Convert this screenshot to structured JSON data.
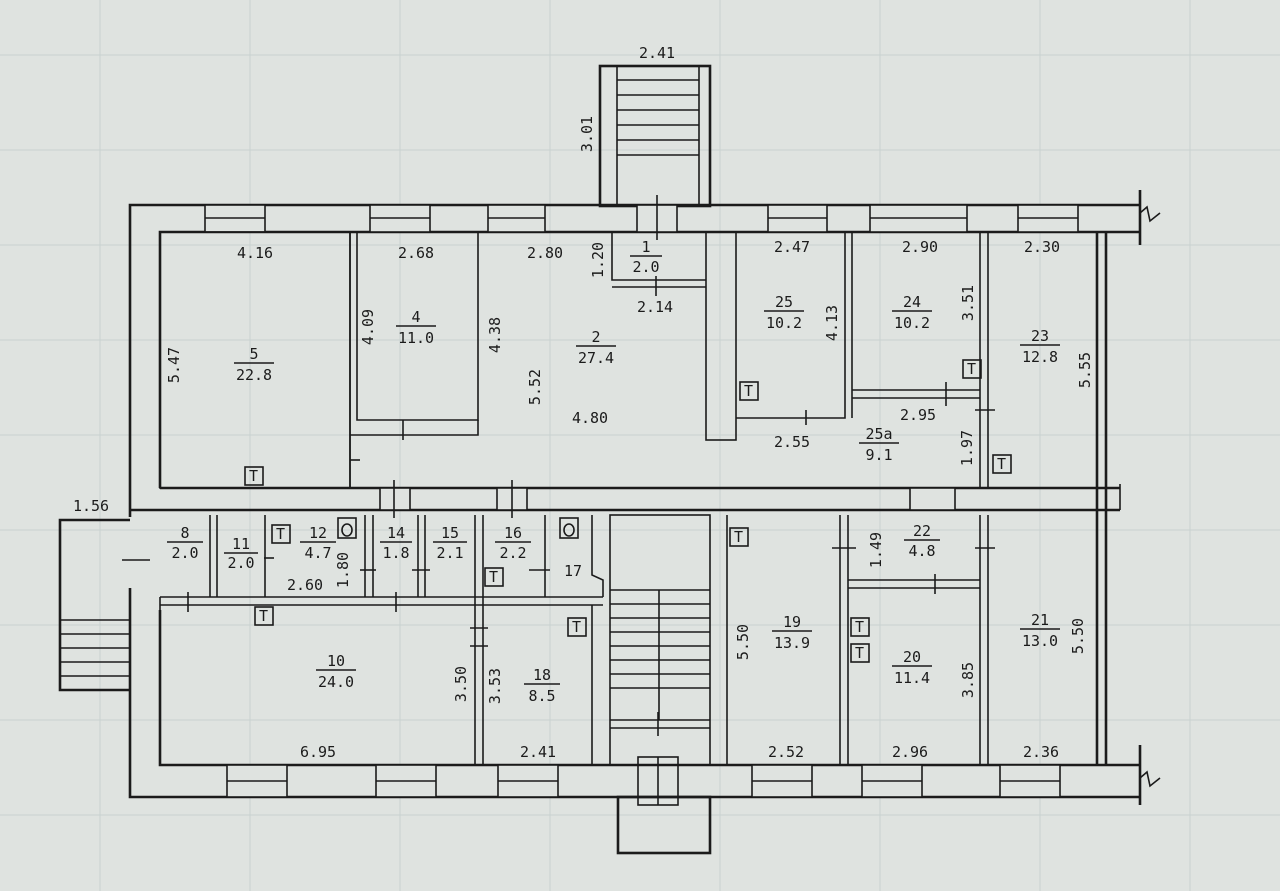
{
  "rooms": [
    {
      "id": "room-1",
      "number": "1",
      "area": "2.0"
    },
    {
      "id": "room-2",
      "number": "2",
      "area": "27.4"
    },
    {
      "id": "room-4",
      "number": "4",
      "area": "11.0"
    },
    {
      "id": "room-5",
      "number": "5",
      "area": "22.8"
    },
    {
      "id": "room-8",
      "number": "8",
      "area": "2.0"
    },
    {
      "id": "room-10",
      "number": "10",
      "area": "24.0"
    },
    {
      "id": "room-11",
      "number": "11",
      "area": "2.0"
    },
    {
      "id": "room-12",
      "number": "12",
      "area": "4.7"
    },
    {
      "id": "room-14",
      "number": "14",
      "area": "1.8"
    },
    {
      "id": "room-15",
      "number": "15",
      "area": "2.1"
    },
    {
      "id": "room-16",
      "number": "16",
      "area": "2.2"
    },
    {
      "id": "room-17",
      "number": "17",
      "area": ""
    },
    {
      "id": "room-18",
      "number": "18",
      "area": "8.5"
    },
    {
      "id": "room-19",
      "number": "19",
      "area": "13.9"
    },
    {
      "id": "room-20",
      "number": "20",
      "area": "11.4"
    },
    {
      "id": "room-21",
      "number": "21",
      "area": "13.0"
    },
    {
      "id": "room-22",
      "number": "22",
      "area": "4.8"
    },
    {
      "id": "room-23",
      "number": "23",
      "area": "12.8"
    },
    {
      "id": "room-24",
      "number": "24",
      "area": "10.2"
    },
    {
      "id": "room-25",
      "number": "25",
      "area": "10.2"
    },
    {
      "id": "room-25a",
      "number": "25а",
      "area": "9.1"
    }
  ],
  "dimensions": [
    "2.41",
    "3.01",
    "4.16",
    "2.68",
    "2.80",
    "1.20",
    "2.14",
    "2.47",
    "2.90",
    "2.30",
    "5.47",
    "4.09",
    "4.38",
    "5.52",
    "4.80",
    "4.13",
    "3.51",
    "5.55",
    "2.95",
    "2.55",
    "1.97",
    "1.56",
    "2.60",
    "1.80",
    "1.49",
    "5.50",
    "3.50",
    "3.53",
    "3.85",
    "5.50",
    "6.95",
    "2.41",
    "2.52",
    "2.96",
    "2.36"
  ]
}
